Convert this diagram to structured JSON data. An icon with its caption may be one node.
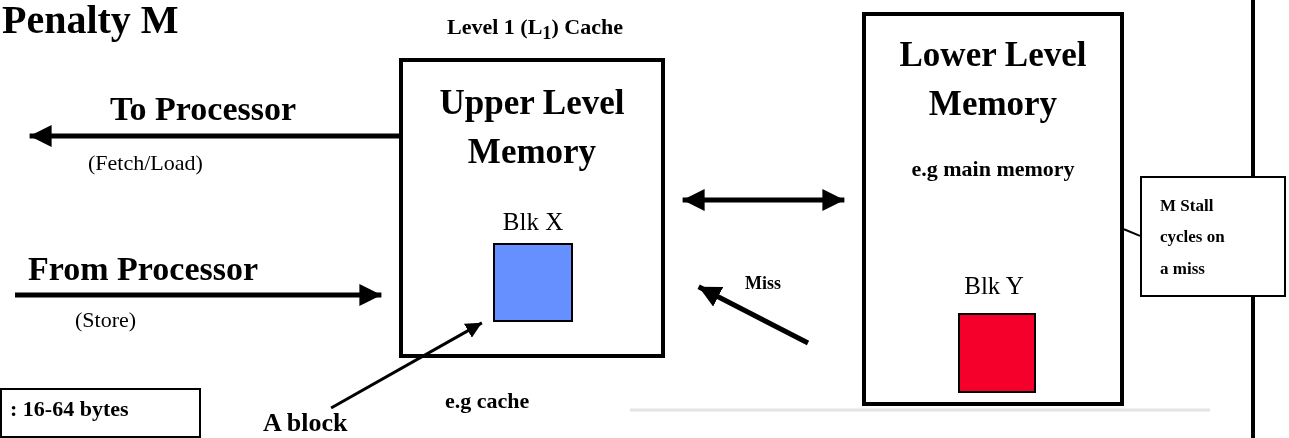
{
  "diagram": {
    "title": "Penalty  M",
    "nodes": [
      {
        "text": [
          "Level 1 (L$_{1}$) Cache",
          "Upper Level Memory"
        ],
        "beside": [
          "e.g cache"
        ]
      },
      {
        "text": [
          "Blk X"
        ],
        "in": 0
      },
      {
        "text": [
          "Lower Level Memory",
          "e.g main memory"
        ]
      },
      {
        "text": [
          "Blk Y"
        ],
        "in": 2
      },
      {
        "text": [
          "M Stall cycles on a miss"
        ]
      },
      {
        "text": [
          "A block"
        ]
      },
      {
        "text": [
          ": 16-64 bytes"
        ]
      }
    ],
    "edges": [
      {
        "from": 0,
        "to": null,
        "arrow": "to",
        "label": "To Processor"
      },
      {
        "from": null,
        "to": 0,
        "arrow": "to",
        "label": "From Processor"
      },
      {
        "from": 0,
        "to": 2,
        "arrow": "both"
      },
      {
        "from": null,
        "to": 0,
        "arrow": "to",
        "label": "Miss"
      },
      {
        "from": 5,
        "to": 1,
        "arrow": "to"
      },
      {
        "from": 4,
        "to": 2,
        "arrow": "none"
      }
    ],
    "labels": [
      "(Fetch/Load)",
      "(Store)"
    ]
  }
}
